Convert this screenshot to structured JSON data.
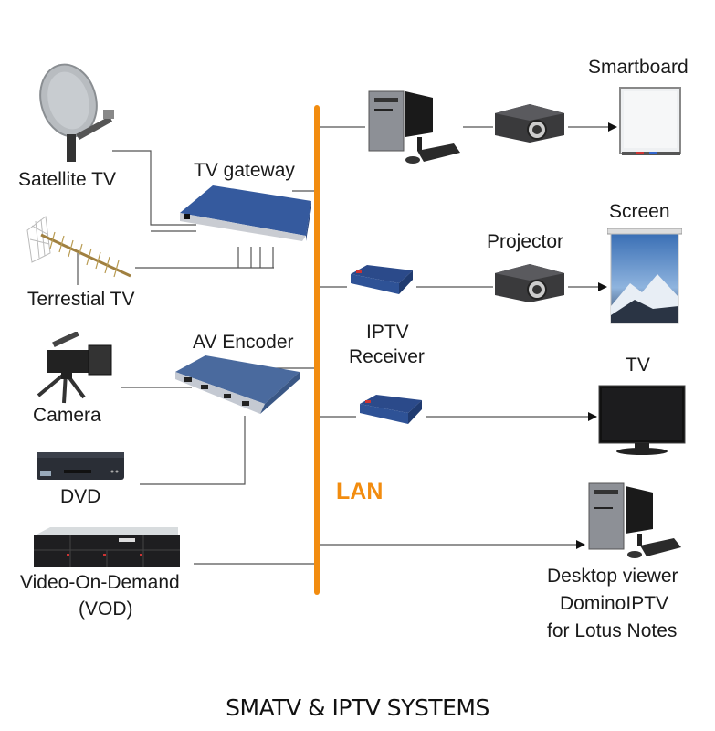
{
  "title": "SMATV & IPTV SYSTEMS",
  "backbone": {
    "label": "LAN",
    "color": "#f28c0f"
  },
  "sources": [
    {
      "id": "satellite",
      "label": "Satellite TV",
      "icon": "satellite-dish-icon"
    },
    {
      "id": "terrestrial",
      "label": "Terrestial TV",
      "icon": "antenna-icon"
    },
    {
      "id": "camera",
      "label": "Camera",
      "icon": "video-camera-icon"
    },
    {
      "id": "dvd",
      "label": "DVD",
      "icon": "dvd-player-icon"
    },
    {
      "id": "vod",
      "label": "Video-On-Demand",
      "label2": "(VOD)",
      "icon": "server-rack-icon"
    }
  ],
  "headends": [
    {
      "id": "tv-gateway",
      "label": "TV gateway",
      "icon": "gateway-box-icon"
    },
    {
      "id": "av-encoder",
      "label": "AV Encoder",
      "icon": "encoder-box-icon"
    }
  ],
  "outputs": [
    {
      "id": "pc",
      "icon": "desktop-computer-icon"
    },
    {
      "id": "projector-1",
      "icon": "projector-icon"
    },
    {
      "id": "smartboard",
      "label": "Smartboard",
      "icon": "smartboard-icon"
    },
    {
      "id": "iptv-receiver-1",
      "icon": "iptv-receiver-icon"
    },
    {
      "id": "iptv-receiver-label",
      "label": "IPTV",
      "label2": "Receiver"
    },
    {
      "id": "projector-2",
      "label": "Projector",
      "icon": "projector-icon"
    },
    {
      "id": "screen",
      "label": "Screen",
      "icon": "projection-screen-icon"
    },
    {
      "id": "iptv-receiver-2",
      "icon": "iptv-receiver-icon"
    },
    {
      "id": "tv",
      "label": "TV",
      "icon": "flat-tv-icon"
    },
    {
      "id": "desktop-viewer",
      "label": "Desktop viewer",
      "label2": "DominoIPTV",
      "label3": "for Lotus Notes",
      "icon": "desktop-computer-icon"
    }
  ]
}
